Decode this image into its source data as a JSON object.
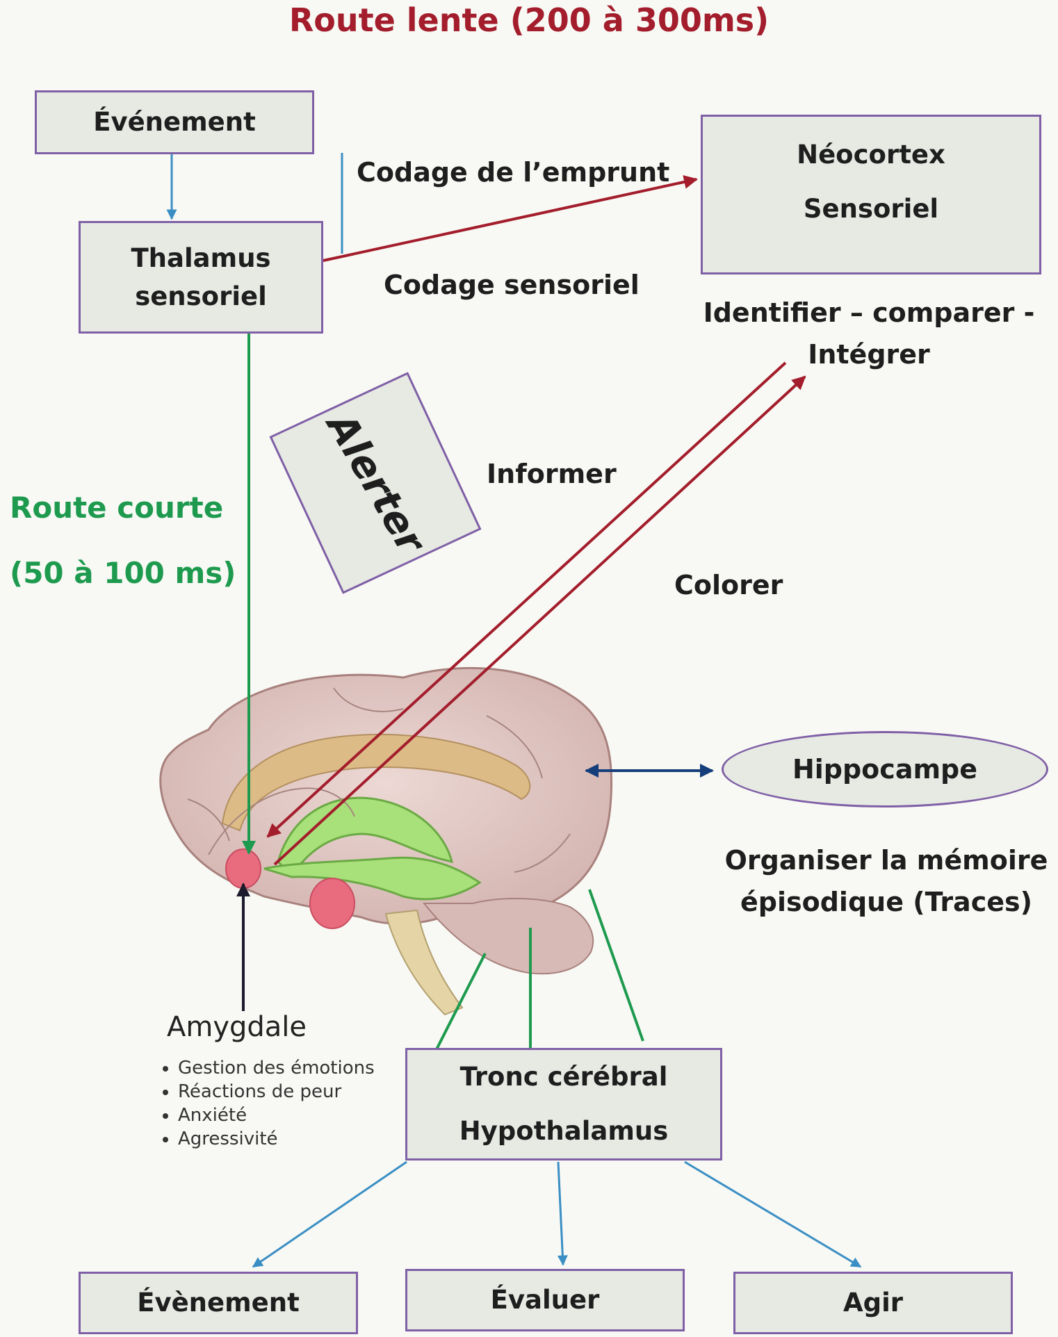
{
  "title": "Route lente (200 à 300ms)",
  "boxes": {
    "evenement_top": "Événement",
    "thalamus_line1": "Thalamus",
    "thalamus_line2": "sensoriel",
    "neocortex_line1": "Néocortex",
    "neocortex_line2": "Sensoriel",
    "tronc_line1": "Tronc cérébral",
    "tronc_line2": "Hypothalamus",
    "evenement_bottom": "Évènement",
    "evaluer": "Évaluer",
    "agir": "Agir"
  },
  "labels": {
    "codage_emprunt": "Codage de l’emprunt",
    "codage_sensoriel": "Codage sensoriel",
    "identifier_line1": "Identifier – comparer -",
    "identifier_line2": "Intégrer",
    "alerter": "Alerter",
    "informer": "Informer",
    "colorer": "Colorer",
    "route_courte_line1": "Route courte",
    "route_courte_line2": "(50 à 100 ms)",
    "hippocampe": "Hippocampe",
    "organiser_line1": "Organiser la mémoire",
    "organiser_line2": "épisodique (Traces)"
  },
  "amygdale": {
    "title": "Amygdale",
    "items": [
      "Gestion des émotions",
      "Réactions de peur",
      "Anxiété",
      "Agressivité"
    ]
  },
  "colors": {
    "slow_route": "#a31d2c",
    "short_route": "#1e9a4f",
    "flow_arrows": "#3a8ec4",
    "box_border": "#7f5fa6",
    "box_fill": "#e6eae3"
  }
}
